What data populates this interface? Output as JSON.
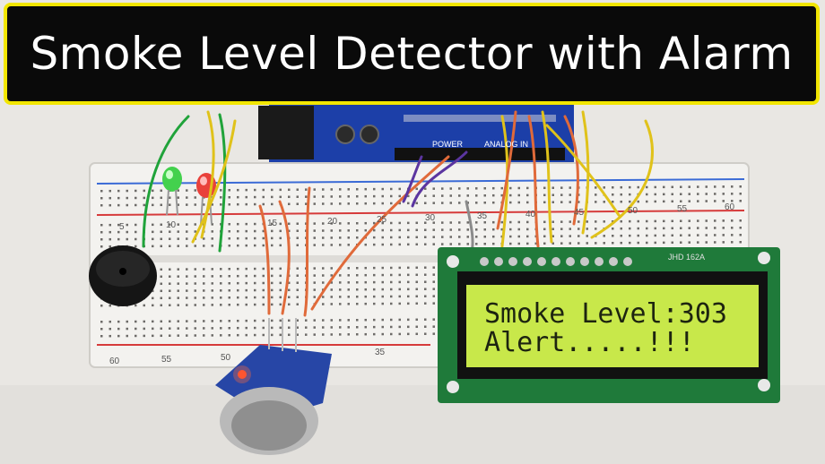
{
  "title": "Smoke Level Detector with Alarm",
  "lcd": {
    "line1": "Smoke Level:303",
    "line2": "Alert.....!!!",
    "model_label": "JHD 162A"
  },
  "arduino": {
    "power_label": "POWER",
    "analog_label": "ANALOG IN"
  },
  "breadboard": {
    "column_numbers_top": [
      "5",
      "10",
      "15",
      "20",
      "25",
      "30",
      "35",
      "40",
      "45",
      "50",
      "55",
      "60"
    ],
    "column_numbers_bottom": [
      "60",
      "55",
      "50",
      "35"
    ]
  },
  "colors": {
    "title_border": "#f2e600",
    "title_bg": "#0a0a0a",
    "lcd_screen": "#c8e84a",
    "lcd_pcb": "#1f7a3a",
    "arduino": "#1c3fa8"
  }
}
